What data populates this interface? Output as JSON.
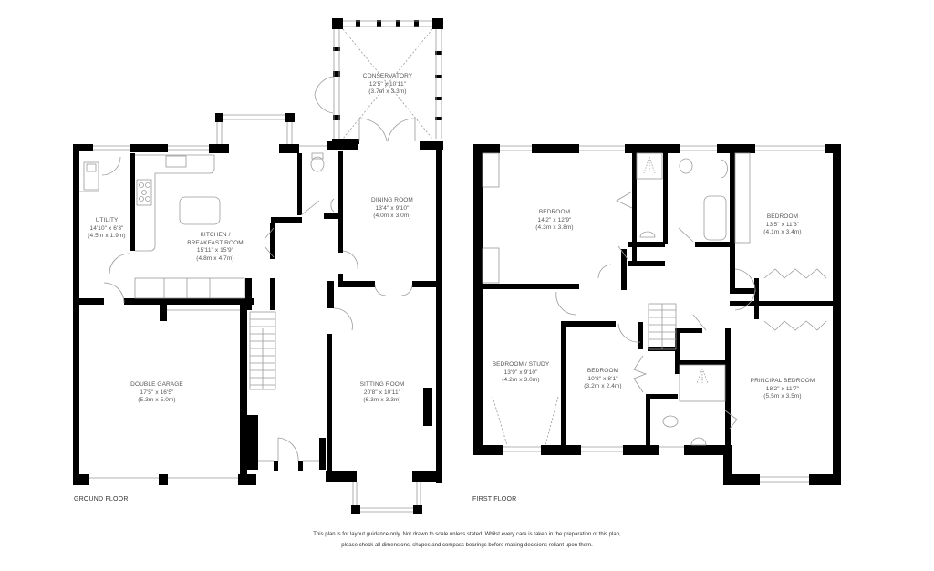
{
  "floors": [
    {
      "name": "GROUND FLOOR",
      "rooms": [
        {
          "name": "CONSERVATORY",
          "imperial": "12'5\" x 10'11\"",
          "metric": "(3.7m x 3.3m)"
        },
        {
          "name": "UTILITY",
          "imperial": "14'10\" x 6'3\"",
          "metric": "(4.5m x 1.9m)"
        },
        {
          "name": "KITCHEN /",
          "name2": "BREAKFAST ROOM",
          "imperial": "15'11\" x 15'9\"",
          "metric": "(4.8m x 4.7m)"
        },
        {
          "name": "DINING ROOM",
          "imperial": "13'4\" x 9'10\"",
          "metric": "(4.0m x 3.0m)"
        },
        {
          "name": "DOUBLE GARAGE",
          "imperial": "17'5\" x 16'5\"",
          "metric": "(5.3m x 5.0m)"
        },
        {
          "name": "SITTING ROOM",
          "imperial": "20'8\" x 10'11\"",
          "metric": "(6.3m x 3.3m)"
        }
      ]
    },
    {
      "name": "FIRST FLOOR",
      "rooms": [
        {
          "name": "BEDROOM",
          "imperial": "14'2\" x 12'9\"",
          "metric": "(4.3m x 3.8m)"
        },
        {
          "name": "BEDROOM",
          "imperial": "13'5\" x 11'3\"",
          "metric": "(4.1m x 3.4m)"
        },
        {
          "name": "BEDROOM / STUDY",
          "imperial": "13'9\" x 9'10\"",
          "metric": "(4.2m x 3.0m)"
        },
        {
          "name": "BEDROOM",
          "imperial": "10'8\" x 8'1\"",
          "metric": "(3.2m x 2.4m)"
        },
        {
          "name": "PRINCIPAL BEDROOM",
          "imperial": "18'2\" x 11'7\"",
          "metric": "(5.5m x 3.5m)"
        }
      ]
    }
  ],
  "disclaimer": {
    "line1": "This plan is for layout guidance only.  Not drawn to scale unless stated. Whilst every care is taken in the preparation of this plan,",
    "line2": "please check all dimensions, shapes and compass bearings before making decisions reliant upon them."
  },
  "colors": {
    "wall": "#000000",
    "fixture": "#9a9a9a",
    "background": "#ffffff"
  }
}
